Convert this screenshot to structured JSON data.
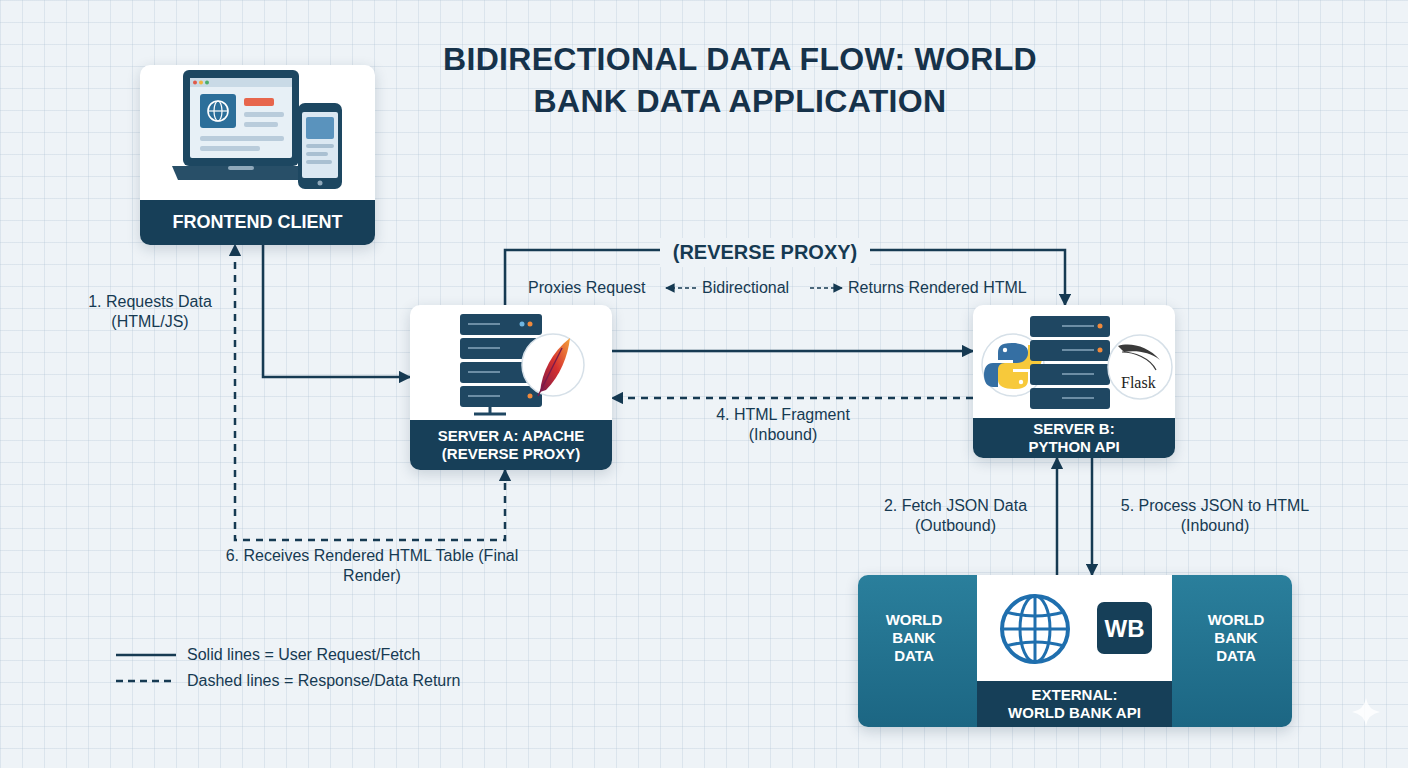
{
  "diagram": {
    "title": "BIDIRECTIONAL DATA FLOW: WORLD BANK DATA APPLICATION",
    "nodes": [
      {
        "text": [
          "FRONTEND CLIENT"
        ]
      },
      {
        "text": [
          "SERVER A: APACHE (REVERSE PROXY)"
        ]
      },
      {
        "text": [
          "SERVER B: PYTHON API"
        ]
      },
      {
        "text": [
          "WORLD BANK DATA",
          "EXTERNAL: WORLD BANK API",
          "WORLD BANK DATA"
        ]
      }
    ],
    "edges": [
      {
        "from": 0,
        "to": 1,
        "arrow": "to",
        "label": "1. Requests Data (HTML/JS)"
      },
      {
        "from": 1,
        "to": 0,
        "arrow": "both",
        "label": "6. Receives Rendered HTML Table (Final Render)"
      },
      {
        "from": 1,
        "to": 2,
        "arrow": "to"
      },
      {
        "from": 2,
        "to": 1,
        "arrow": "to",
        "label": "4. HTML Fragment (Inbound)"
      },
      {
        "from": 1,
        "to": 2,
        "arrow": "to",
        "label": "(REVERSE PROXY)"
      },
      {
        "from": 3,
        "to": 2,
        "arrow": "to",
        "label": "2. Fetch JSON Data (Outbound)"
      },
      {
        "from": 2,
        "to": 3,
        "arrow": "to",
        "label": "5. Process JSON to HTML (Inbound)"
      }
    ],
    "labels": [
      "Proxies Request",
      "Bidirectional",
      "Returns Rendered HTML",
      "Flask",
      "WB"
    ],
    "legend": [
      {
        "text": "Solid lines = User Request/Fetch"
      },
      {
        "text": "Dashed lines = Response/Data Return"
      }
    ]
  }
}
